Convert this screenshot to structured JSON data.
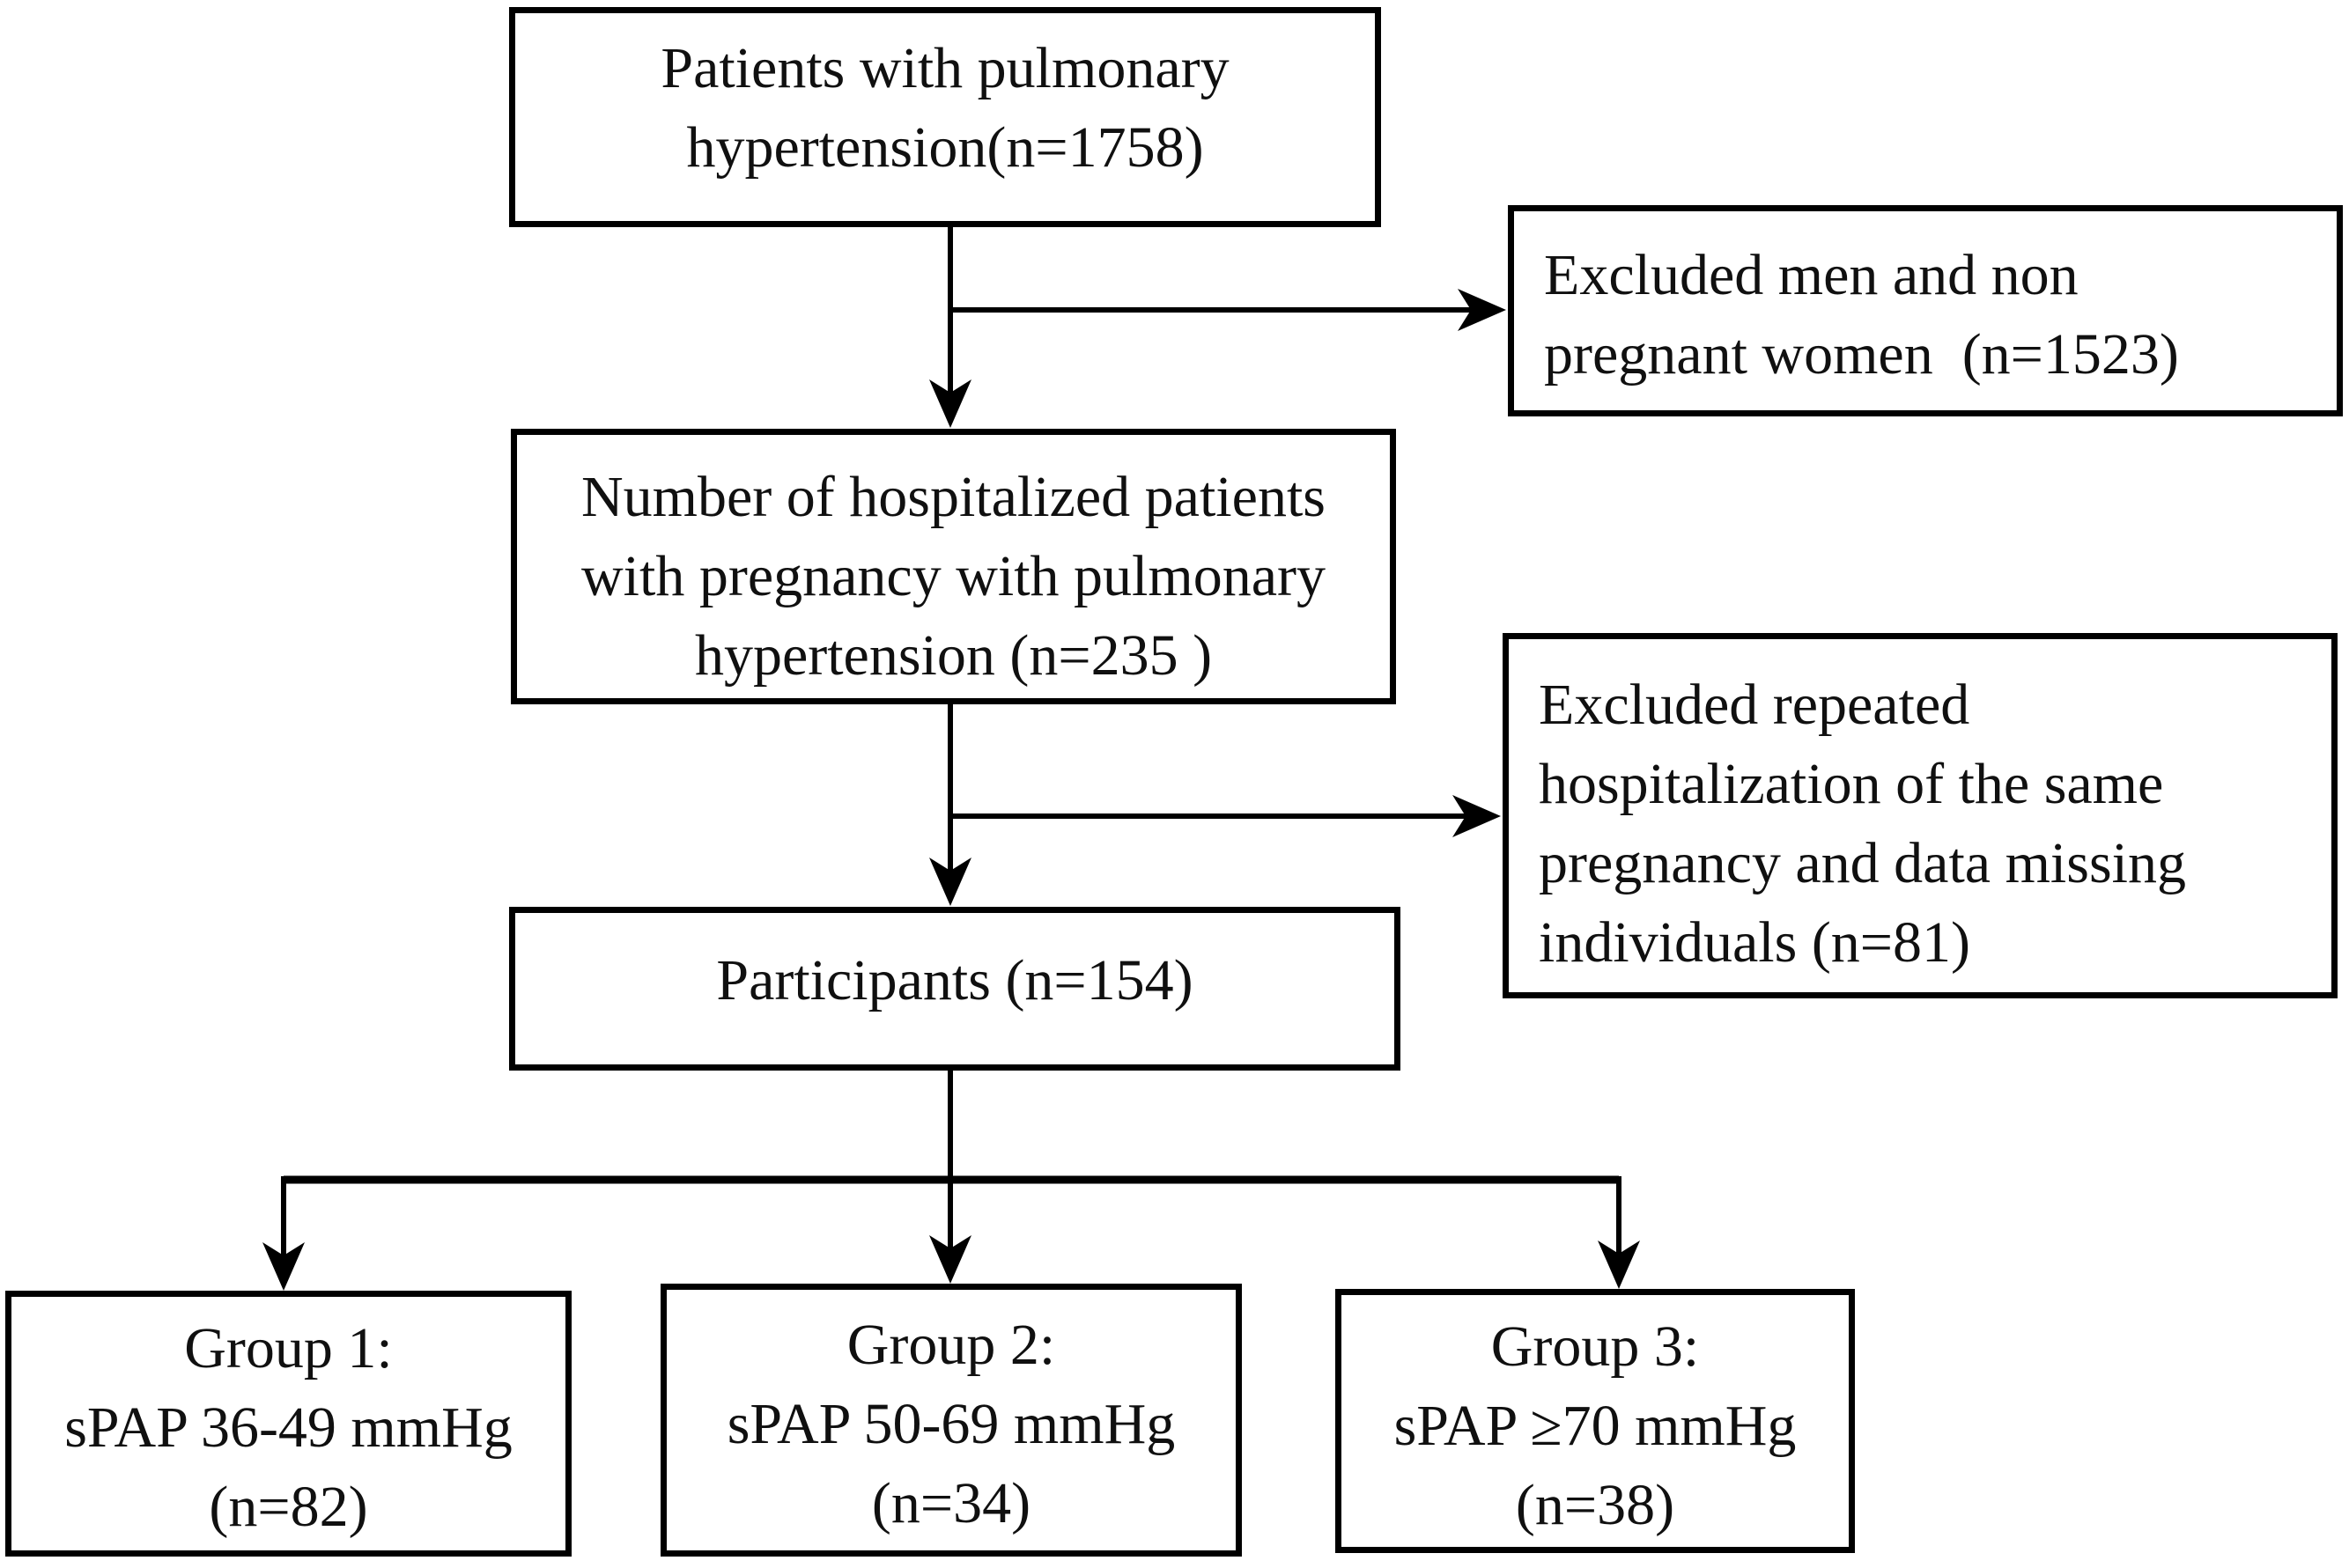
{
  "colors": {
    "line": "#000000",
    "text": "#101010",
    "background": "#ffffff"
  },
  "flowchart": {
    "patients": {
      "lines": [
        "Patients with pulmonary",
        "hypertension(n=1758)"
      ]
    },
    "excluded_men": {
      "lines": [
        "Excluded men and non",
        "pregnant women  (n=1523)"
      ]
    },
    "hospitalized": {
      "lines": [
        "Number of hospitalized patients",
        "with pregnancy with pulmonary",
        "hypertension (n=235 )"
      ]
    },
    "excluded_repeated": {
      "lines": [
        "Excluded repeated",
        "hospitalization of the same",
        "pregnancy and data missing",
        "individuals (n=81)"
      ]
    },
    "participants": {
      "lines": [
        "Participants (n=154)"
      ]
    },
    "group_1": {
      "lines": [
        "Group 1:",
        "sPAP 36-49 mmHg",
        "(n=82)"
      ]
    },
    "group_2": {
      "lines": [
        "Group 2:",
        "sPAP 50-69 mmHg",
        "(n=34)"
      ]
    },
    "group_3": {
      "lines": [
        "Group 3:",
        "sPAP ≥70 mmHg",
        "(n=38)"
      ]
    }
  }
}
